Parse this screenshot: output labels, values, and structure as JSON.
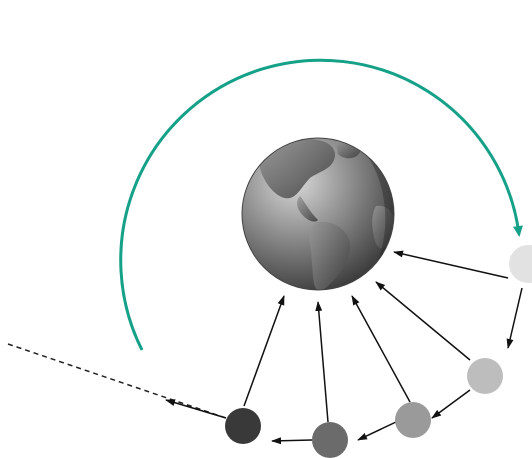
{
  "diagram": {
    "subject": "orbit-of-moon-around-earth",
    "colors": {
      "background": "#ffffff",
      "orbit_arc": "#15a088",
      "arrow": "#111111",
      "escape_path": "#222222",
      "earth_ocean_light": "#d9d9d9",
      "earth_ocean_dark": "#2a2a2a",
      "earth_land_light": "#9a9a9a",
      "earth_land_dark": "#3c3c3c"
    },
    "bodies": [
      {
        "name": "moon-position-1",
        "shade": "#e2e2e2"
      },
      {
        "name": "moon-position-2",
        "shade": "#bdbdbd"
      },
      {
        "name": "moon-position-3",
        "shade": "#9a9a9a"
      },
      {
        "name": "moon-position-4",
        "shade": "#6b6b6b"
      },
      {
        "name": "moon-position-5",
        "shade": "#393939"
      }
    ],
    "icons": {
      "earth": "globe-icon",
      "orbit": "circular-arrow-icon"
    }
  }
}
